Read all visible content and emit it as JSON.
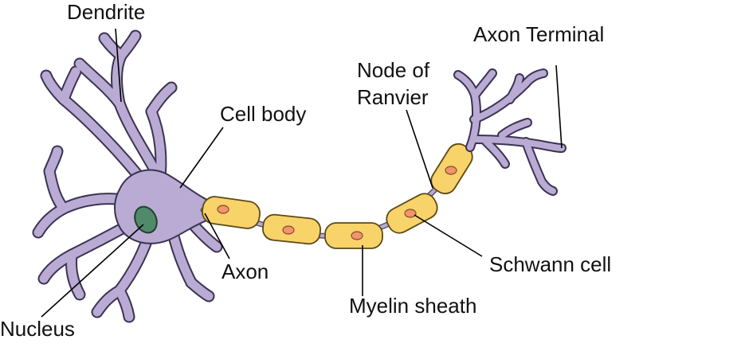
{
  "labels": {
    "dendrite": "Dendrite",
    "cell_body": "Cell body",
    "nucleus": "Nucleus",
    "axon": "Axon",
    "node_of_ranvier_line1": "Node of",
    "node_of_ranvier_line2": "Ranvier",
    "axon_terminal": "Axon Terminal",
    "schwann_cell": "Schwann cell",
    "myelin_sheath": "Myelin sheath"
  },
  "colors": {
    "neuron": "#b9abd3",
    "myelin": "#f8d36a",
    "schwann_nucleus": "#f0956c",
    "cell_nucleus": "#4f8a6b"
  }
}
